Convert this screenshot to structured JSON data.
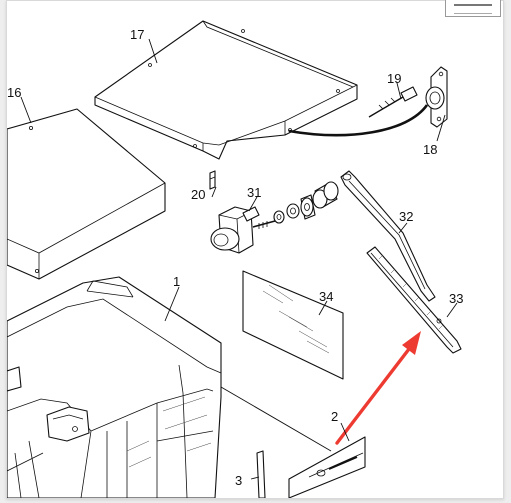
{
  "diagram": {
    "callouts": {
      "c1": "1",
      "c2": "2",
      "c3": "3",
      "c16": "16",
      "c17": "17",
      "c18": "18",
      "c19": "19",
      "c20": "20",
      "c31": "31",
      "c32": "32",
      "c33": "33",
      "c34": "34"
    },
    "arrow_color": "#ee3b32"
  }
}
